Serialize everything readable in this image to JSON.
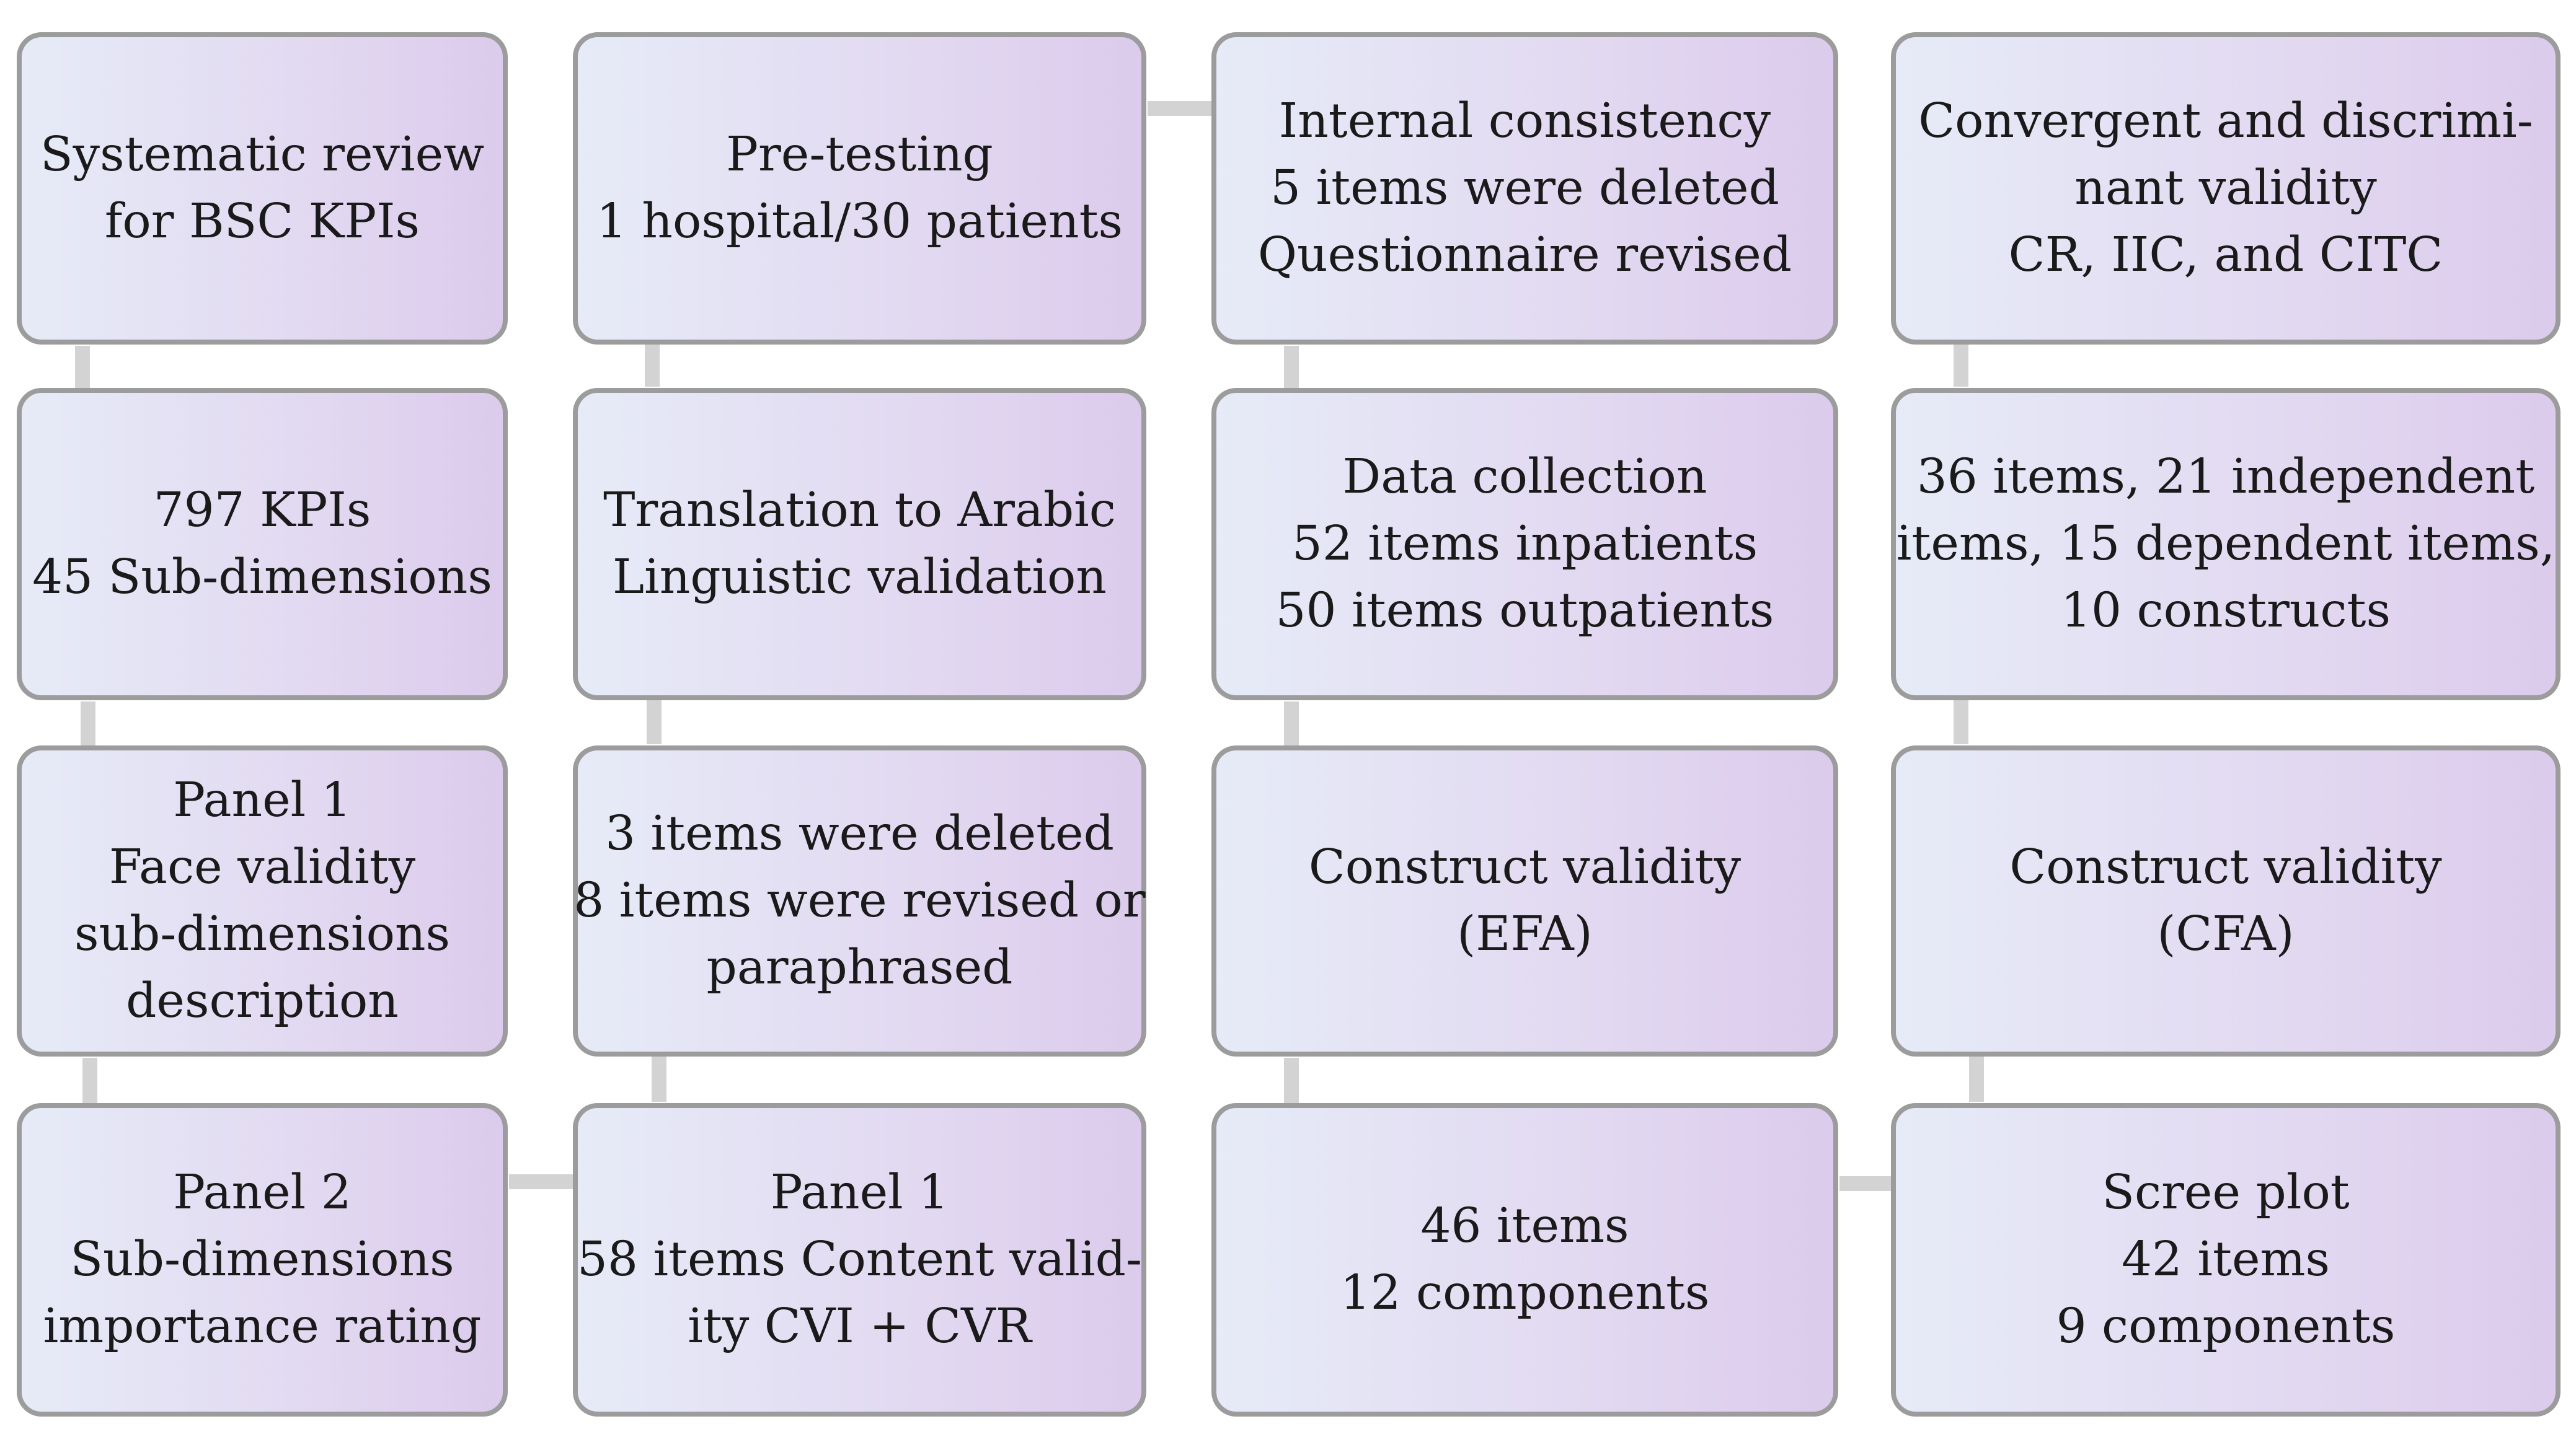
{
  "boxes": {
    "systematic_review": [
      "Systematic review",
      "for BSC KPIs"
    ],
    "kpis": [
      "797 KPIs",
      "45 Sub-dimensions"
    ],
    "panel1_face": [
      "Panel 1",
      "Face validity",
      "sub-dimensions",
      "description"
    ],
    "panel2": [
      "Panel 2",
      "Sub-dimensions",
      "importance rating"
    ],
    "pre_testing": [
      "Pre-testing",
      "1 hospital/30 patients"
    ],
    "translation": [
      "Translation to Arabic",
      "Linguistic validation"
    ],
    "items_deleted": [
      "3 items were deleted",
      "8 items were revised or",
      "paraphrased"
    ],
    "panel1_content": [
      "Panel 1",
      "58 items Content valid-",
      "ity CVI + CVR"
    ],
    "internal_consistency": [
      "Internal consistency",
      "5 items were deleted",
      "Questionnaire revised"
    ],
    "data_collection": [
      "Data collection",
      "52 items inpatients",
      "50 items outpatients"
    ],
    "construct_efa": [
      "Construct validity",
      "(EFA)"
    ],
    "items_46": [
      "46 items",
      "12 components"
    ],
    "convergent": [
      "Convergent and discrimi-",
      "nant validity",
      "CR, IIC, and CITC"
    ],
    "items_36": [
      "36 items, 21 independent",
      "items, 15 dependent items,",
      "10 constructs"
    ],
    "construct_cfa": [
      "Construct validity",
      "(CFA)"
    ],
    "scree_plot": [
      "Scree plot",
      "42 items",
      "9 components"
    ]
  },
  "colors": {
    "box_border": "#9c9c9c",
    "arrow": "#d3d3d3",
    "gradient_start": "#e6ebf7",
    "gradient_end": "#dccbec"
  }
}
